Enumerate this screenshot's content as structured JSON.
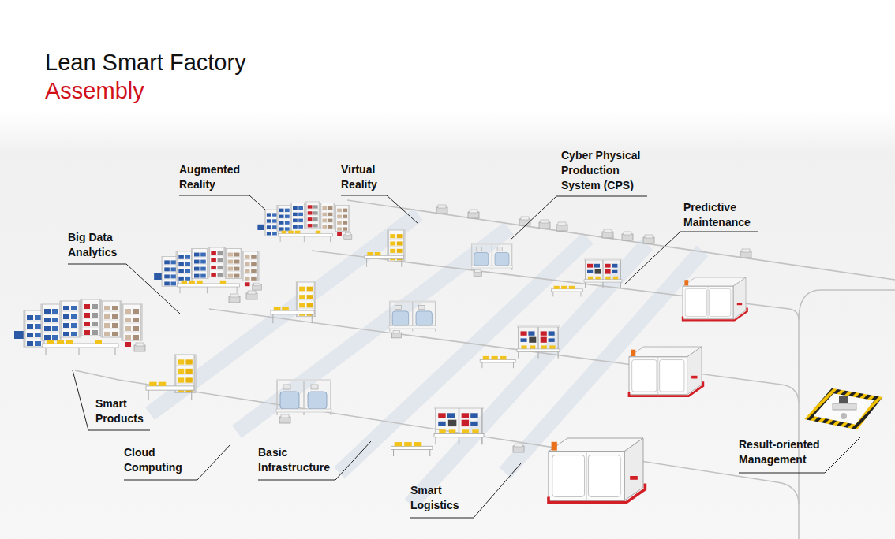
{
  "diagram": {
    "title": "Lean Smart Factory",
    "labels": [
      "Assembly",
      "Augmented Reality",
      "Virtual Reality",
      "Cyber Physical Production System (CPS)",
      "Big Data Analytics",
      "Predictive Maintenance",
      "Smart Products",
      "Cloud Computing",
      "Basic Infrastructure",
      "Result-oriented Management",
      "Smart Logistics"
    ]
  }
}
